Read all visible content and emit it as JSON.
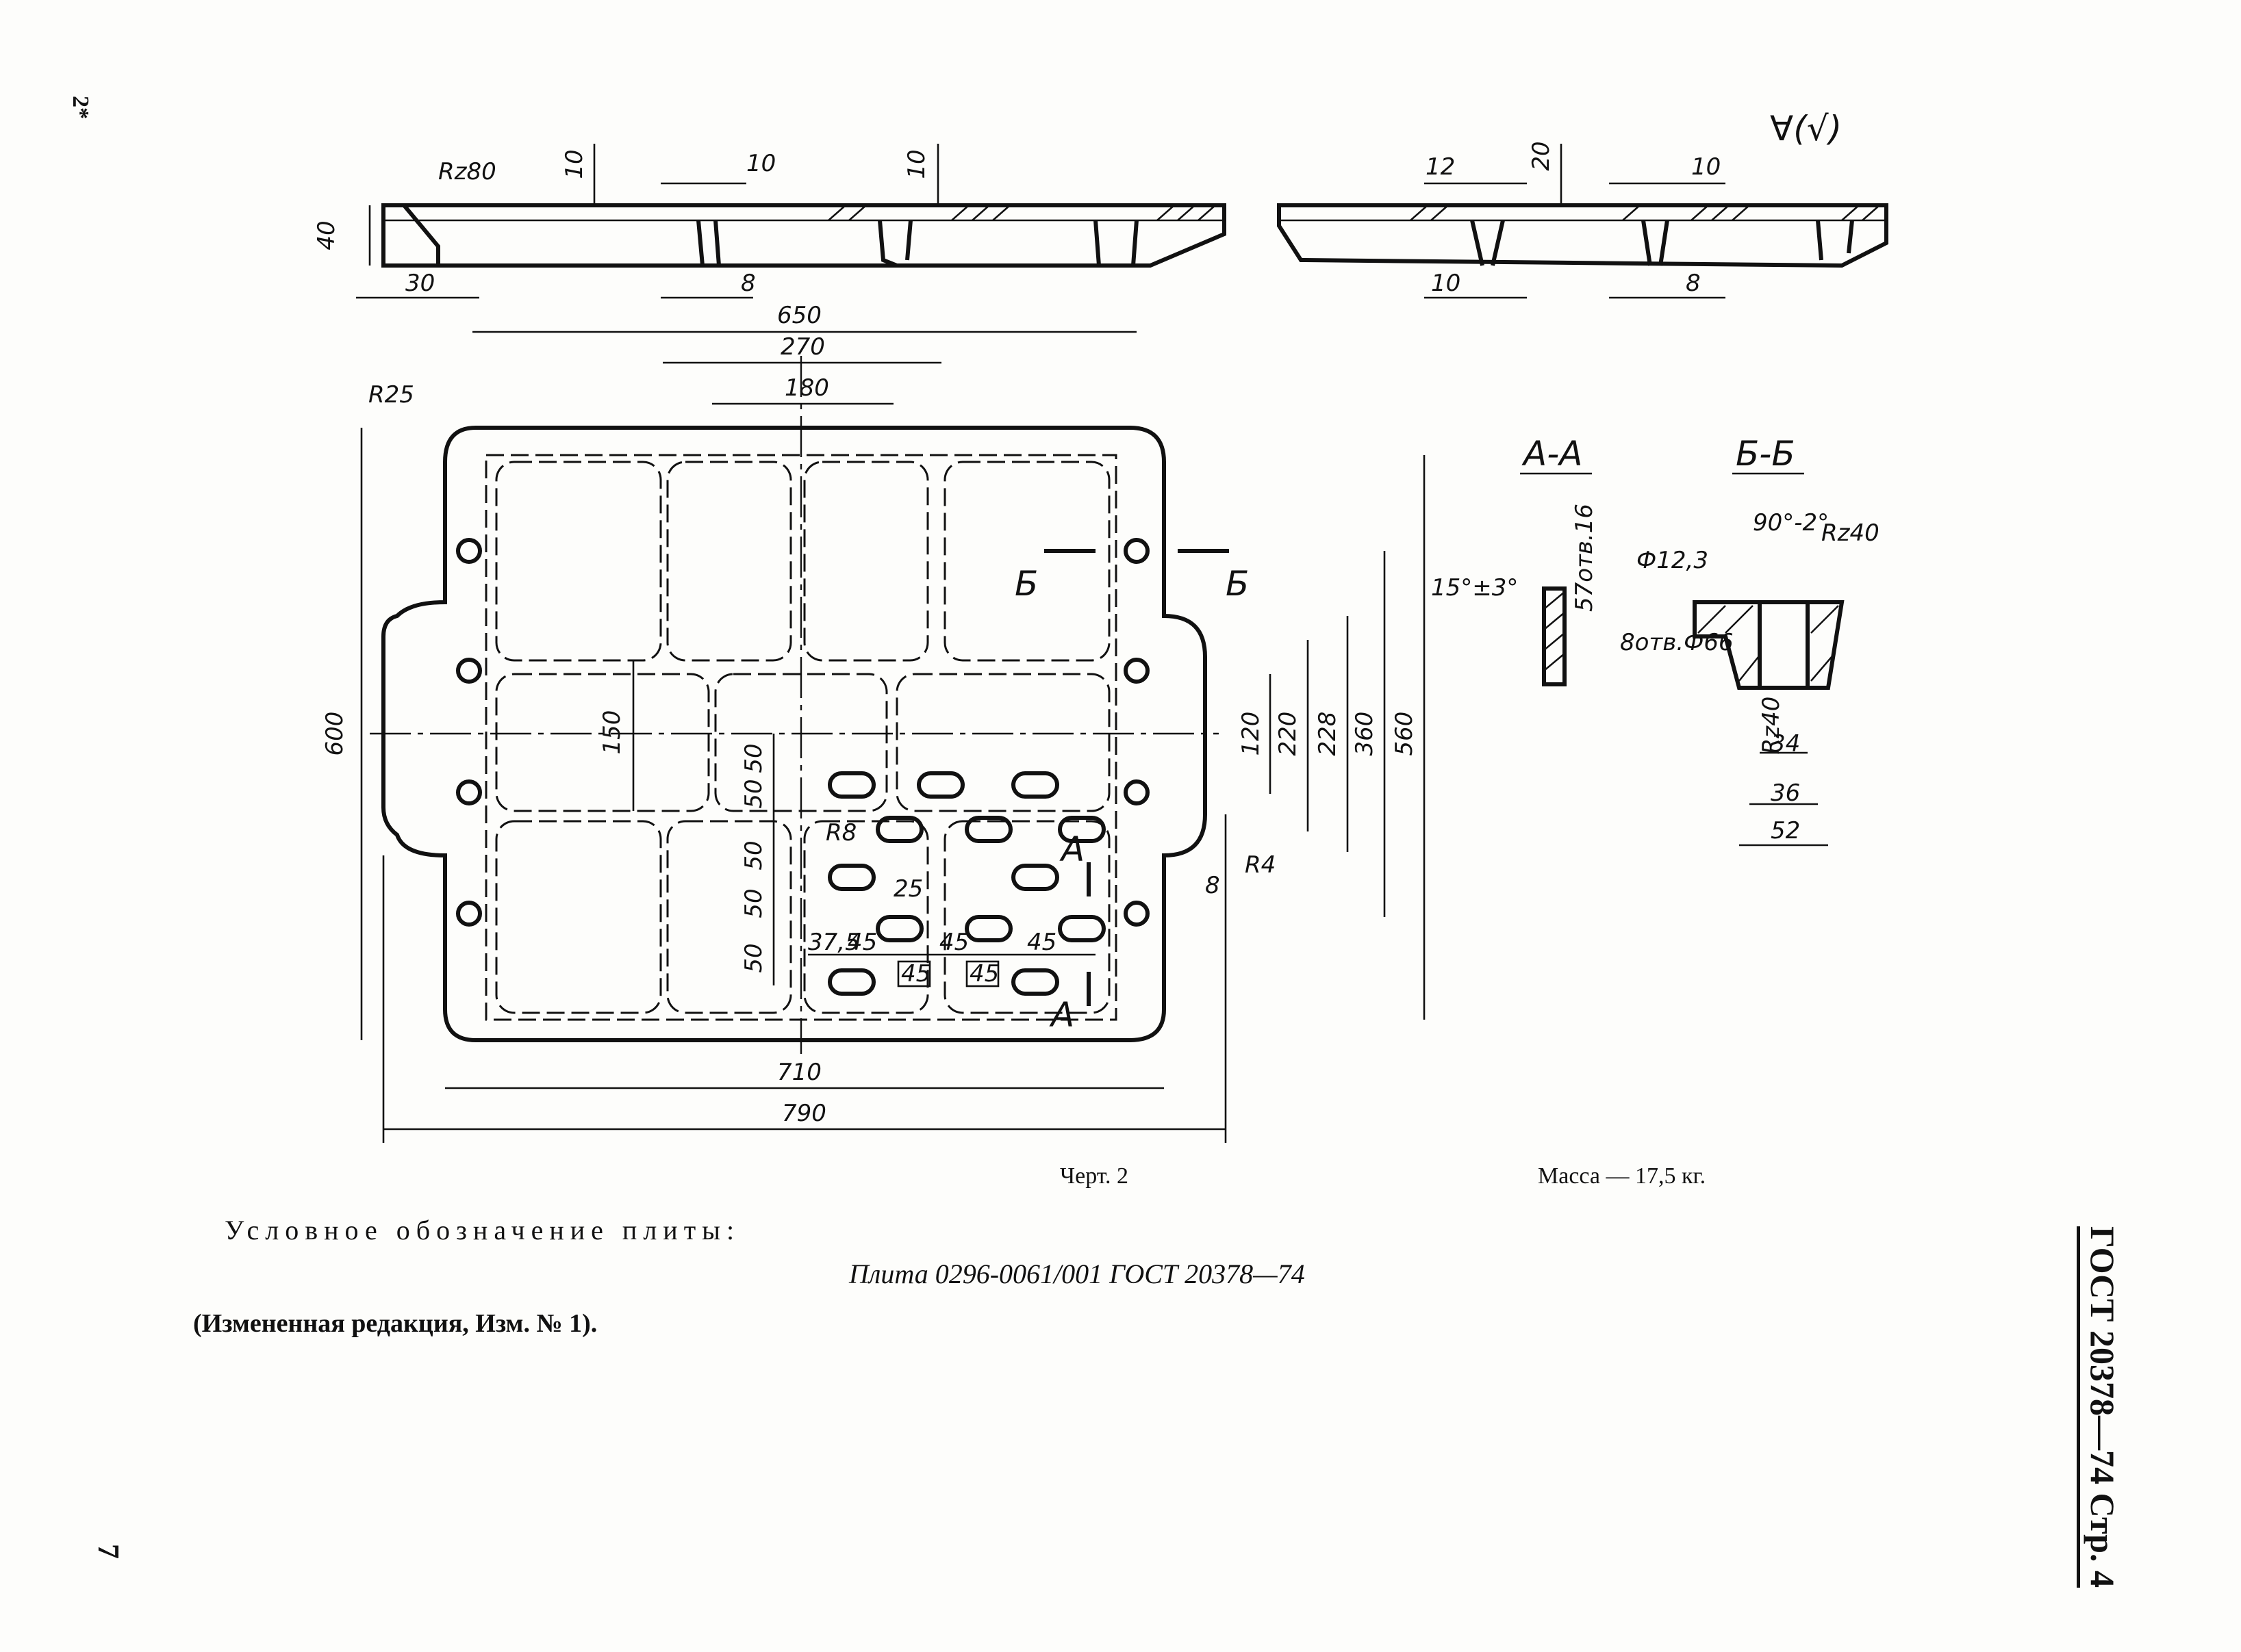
{
  "page": {
    "side_header": "ГОСТ 20378—74 Стр. 4",
    "page_mark_top": "2*",
    "page_mark_bottom": "7"
  },
  "drawing": {
    "caption": "Черт. 2",
    "mass": "Масса — 17,5 кг.",
    "surface_mark": "∀(√)",
    "roughness_top": "Rz80",
    "section_aa": "А-А",
    "section_bb": "Б-Б",
    "cut_label_a": "А",
    "cut_label_b": "Б",
    "top_section_left": [
      "40",
      "10",
      "10",
      "10",
      "30",
      "8"
    ],
    "top_section_right": [
      "12",
      "20",
      "10",
      "10",
      "8"
    ],
    "plan_dims": [
      "650",
      "270",
      "180",
      "R25",
      "600",
      "150",
      "120",
      "220",
      "228",
      "360",
      "560",
      "R4",
      "8",
      "R8",
      "25",
      "50",
      "50",
      "50",
      "50",
      "50",
      "37,5",
      "45",
      "45",
      "45",
      "45",
      "45",
      "710",
      "790"
    ],
    "aa_dims": [
      "15°±3°",
      "57отв.16",
      "8отв.Ф66"
    ],
    "bb_dims": [
      "90°-2°",
      "Rz40",
      "Ф12,3",
      "Rz40",
      "34",
      "36",
      "52"
    ]
  },
  "text": {
    "designation_label": "Условное обозначение плиты:",
    "designation_value": "Плита 0296-0061/001 ГОСТ 20378—74",
    "revision_note": "(Измененная редакция, Изм. № 1)."
  }
}
